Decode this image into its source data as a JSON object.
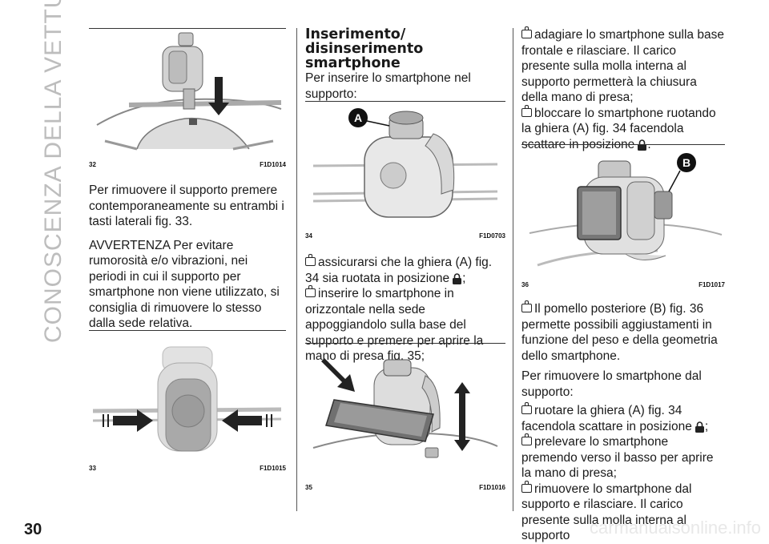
{
  "side_title": "CONOSCENZA DELLA VETTURA",
  "page_number": "30",
  "figures": {
    "fig32": {
      "num": "32",
      "code": "F1D1014"
    },
    "fig33": {
      "num": "33",
      "code": "F1D1015"
    },
    "fig34": {
      "num": "34",
      "code": "F1D0703",
      "label": "A"
    },
    "fig35": {
      "num": "35",
      "code": "F1D1016"
    },
    "fig36": {
      "num": "36",
      "code": "F1D1017",
      "label": "B"
    }
  },
  "col1": {
    "para1": "Per rimuovere il supporto premere contemporaneamente su entrambi i tasti laterali fig. 33.",
    "para2": "AVVERTENZA Per evitare rumorosità e/o vibrazioni, nei periodi in cui il supporto per smartphone non viene utilizzato, si consiglia di rimuovere lo stesso dalla sede relativa."
  },
  "col2": {
    "heading": "Inserimento/ disinserimento smartphone",
    "intro": "Per inserire lo smartphone nel supporto:",
    "bullet1": "assicurarsi che la ghiera (A) fig. 34 sia ruotata in posizione",
    "bullet1_end": ";",
    "bullet2": "inserire lo smartphone in orizzontale nella sede appoggiandolo sulla base del supporto e premere per aprire la mano di presa fig. 35;"
  },
  "col3": {
    "bullet1": "adagiare lo smartphone sulla base frontale e rilasciare. Il carico presente sulla molla interna al supporto permetterà la chiusura della mano di presa;",
    "bullet2": "bloccare lo smartphone ruotando la ghiera (A) fig. 34 facendola scattare in posizione",
    "bullet2_end": ".",
    "bullet3": "Il pomello posteriore (B) fig. 36 permette possibili aggiustamenti in funzione del peso e della geometria dello smartphone.",
    "remove_intro": "Per rimuovere lo smartphone dal supporto:",
    "bullet4": "ruotare la ghiera (A) fig. 34 facendola scattare in posizione",
    "bullet4_end": ";",
    "bullet5": "prelevare lo smartphone premendo verso il basso per aprire la mano di presa;",
    "bullet6": "rimuovere lo smartphone dal supporto e rilasciare. Il carico presente sulla molla interna al supporto"
  },
  "watermark": "carmanualsonline.info"
}
